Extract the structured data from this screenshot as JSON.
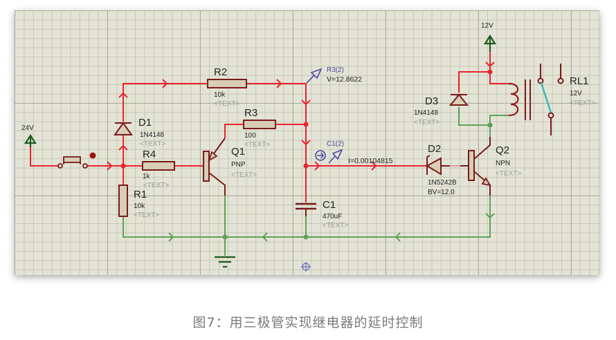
{
  "diagram": {
    "type": "circuit-schematic",
    "colors": {
      "wire_high": "#e8232d",
      "wire_low": "#5fa05a",
      "component_outline": "#7a1a1a",
      "component_fill": "#d9cdb6",
      "power_terminal": "#1d5a1d",
      "probe": "#4a4aa8",
      "relay_switch": "#3ab8b8",
      "grid_background": "#e4e4d6"
    },
    "power": {
      "v24": {
        "label": "24V"
      },
      "v12": {
        "label": "12V"
      }
    },
    "components": {
      "D1": {
        "ref": "D1",
        "value": "1N4148",
        "text": "<TEXT>"
      },
      "R2": {
        "ref": "R2",
        "value": "10k",
        "text": "<TEXT>"
      },
      "R3": {
        "ref": "R3",
        "value": "100",
        "text": "<TEXT>"
      },
      "R4": {
        "ref": "R4",
        "value": "1k",
        "text": "<TEXT>"
      },
      "R1": {
        "ref": "R1",
        "value": "10k",
        "text": "<TEXT>"
      },
      "Q1": {
        "ref": "Q1",
        "value": "PNP",
        "text": "<TEXT>"
      },
      "C1": {
        "ref": "C1",
        "value": "470uF",
        "text": "<TEXT>"
      },
      "D2": {
        "ref": "D2",
        "value": "1N5242B",
        "extra": "BV=12.0"
      },
      "Q2": {
        "ref": "Q2",
        "value": "NPN",
        "text": "<TEXT>"
      },
      "D3": {
        "ref": "D3",
        "value": "1N4148",
        "text": "<TEXT>"
      },
      "RL1": {
        "ref": "RL1",
        "value": "12V",
        "text": "<TEXT>"
      }
    },
    "probes": {
      "voltage": {
        "name": "R3(2)",
        "reading": "V=12.8622"
      },
      "current": {
        "name": "C1(2)",
        "reading": "I=0.00104815"
      }
    }
  },
  "caption": "图7：用三极管实现继电器的延时控制"
}
